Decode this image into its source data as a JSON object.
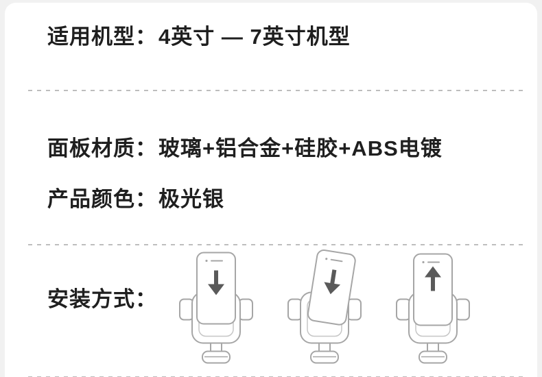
{
  "page": {
    "background": "#f1f1f1",
    "card_background": "#ffffff"
  },
  "specs": {
    "model_label": "适用机型：",
    "model_value": "4英寸 — 7英寸机型",
    "material_label": "面板材质：",
    "material_value": "玻璃+铝合金+硅胶+ABS电镀",
    "color_label": "产品颜色：",
    "color_value": "极光银",
    "install_label": "安装方式："
  },
  "install_steps": [
    {
      "icon": "phone-insert-from-top-arrow-down"
    },
    {
      "icon": "phone-tilt-press-in-arrow-down"
    },
    {
      "icon": "phone-push-up-arrow-up"
    }
  ],
  "colors": {
    "text": "#1f1f1f",
    "divider": "#bdbdbd",
    "line_art": "#a6a6a6",
    "arrow": "#5a5a5a"
  }
}
